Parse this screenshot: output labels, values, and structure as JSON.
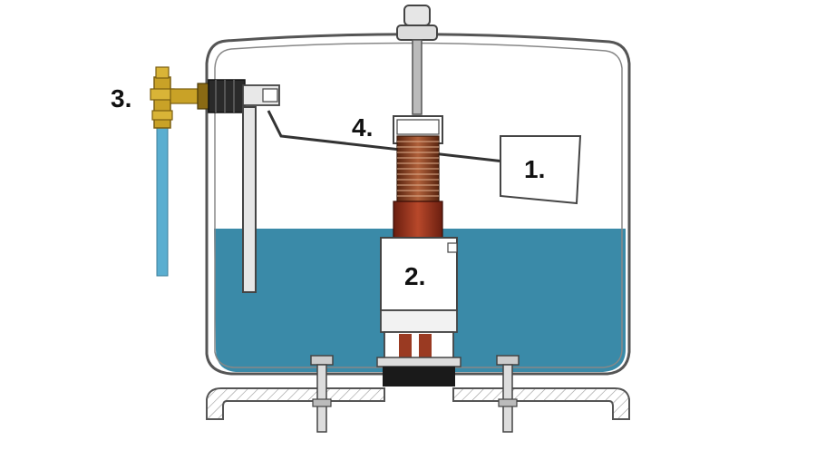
{
  "labels": {
    "float": "1.",
    "flush_valve": "2.",
    "inlet_valve": "3.",
    "overflow_tube": "4."
  },
  "colors": {
    "water": "#3a8aa8",
    "supply_pipe": "#5aaed0",
    "brass": "#c9a227",
    "coil": "#8a3f1e",
    "tank_outline": "#555555",
    "base_fill": "#eeeeee"
  }
}
